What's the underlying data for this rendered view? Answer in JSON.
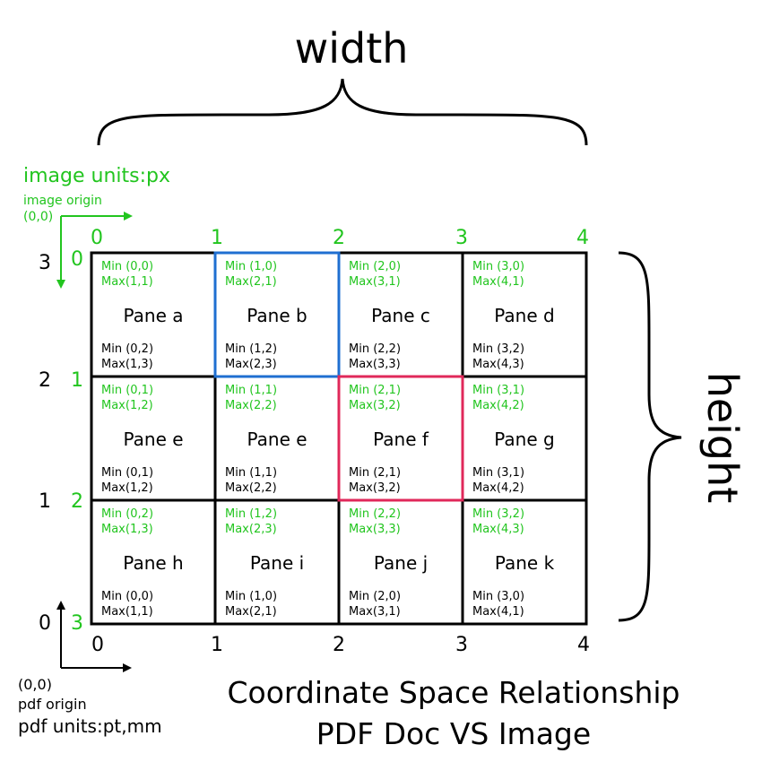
{
  "labels": {
    "width": "width",
    "height": "height",
    "image_units": "image units:px",
    "image_origin_line1": "image origin",
    "image_origin_line2": "(0,0)",
    "pdf_origin_line1": "(0,0)",
    "pdf_origin_line2": "pdf origin",
    "pdf_units": "pdf units:pt,mm",
    "title_line1": "Coordinate Space Relationship",
    "title_line2": "PDF Doc VS Image"
  },
  "axes": {
    "image_top": [
      "0",
      "1",
      "2",
      "3",
      "4"
    ],
    "image_left": [
      "0",
      "1",
      "2",
      "3"
    ],
    "pdf_bottom": [
      "0",
      "1",
      "2",
      "3",
      "4"
    ],
    "pdf_left": [
      "0",
      "1",
      "2",
      "3"
    ]
  },
  "colors": {
    "green": "#22c51f",
    "blue_highlight": "#1f6fd1",
    "red_highlight": "#e0285a",
    "grid": "#000000"
  },
  "panes": [
    {
      "name": "Pane a",
      "img_min": "Min (0,0)",
      "img_max": "Max(1,1)",
      "pdf_min": "Min (0,2)",
      "pdf_max": "Max(1,3)"
    },
    {
      "name": "Pane b",
      "img_min": "Min (1,0)",
      "img_max": "Max(2,1)",
      "pdf_min": "Min (1,2)",
      "pdf_max": "Max(2,3)"
    },
    {
      "name": "Pane c",
      "img_min": "Min (2,0)",
      "img_max": "Max(3,1)",
      "pdf_min": "Min (2,2)",
      "pdf_max": "Max(3,3)"
    },
    {
      "name": "Pane d",
      "img_min": "Min (3,0)",
      "img_max": "Max(4,1)",
      "pdf_min": "Min (3,2)",
      "pdf_max": "Max(4,3)"
    },
    {
      "name": "Pane e",
      "img_min": "Min (0,1)",
      "img_max": "Max(1,2)",
      "pdf_min": "Min (0,1)",
      "pdf_max": "Max(1,2)"
    },
    {
      "name": "Pane e",
      "img_min": "Min (1,1)",
      "img_max": "Max(2,2)",
      "pdf_min": "Min (1,1)",
      "pdf_max": "Max(2,2)"
    },
    {
      "name": "Pane f",
      "img_min": "Min (2,1)",
      "img_max": "Max(3,2)",
      "pdf_min": "Min (2,1)",
      "pdf_max": "Max(3,2)"
    },
    {
      "name": "Pane g",
      "img_min": "Min (3,1)",
      "img_max": "Max(4,2)",
      "pdf_min": "Min (3,1)",
      "pdf_max": "Max(4,2)"
    },
    {
      "name": "Pane h",
      "img_min": "Min (0,2)",
      "img_max": "Max(1,3)",
      "pdf_min": "Min (0,0)",
      "pdf_max": "Max(1,1)"
    },
    {
      "name": "Pane i",
      "img_min": "Min (1,2)",
      "img_max": "Max(2,3)",
      "pdf_min": "Min (1,0)",
      "pdf_max": "Max(2,1)"
    },
    {
      "name": "Pane j",
      "img_min": "Min (2,2)",
      "img_max": "Max(3,3)",
      "pdf_min": "Min (2,0)",
      "pdf_max": "Max(3,1)"
    },
    {
      "name": "Pane k",
      "img_min": "Min (3,2)",
      "img_max": "Max(4,3)",
      "pdf_min": "Min (3,0)",
      "pdf_max": "Max(4,1)"
    }
  ]
}
